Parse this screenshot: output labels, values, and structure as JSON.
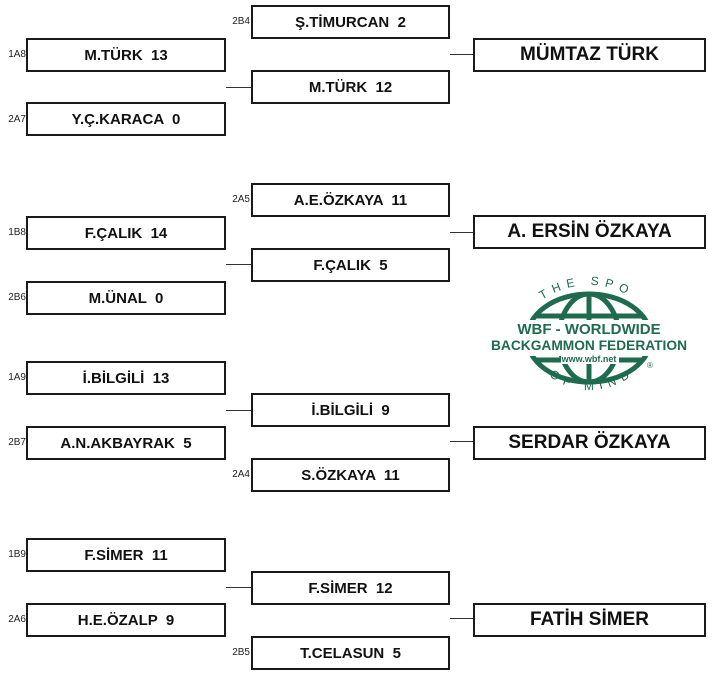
{
  "groups": [
    {
      "r1": [
        {
          "seed": "1A8",
          "label": "M.TÜRK  13"
        },
        {
          "seed": "2A7",
          "label": "Y.Ç.KARACA  0"
        }
      ],
      "r2": [
        {
          "seed": "2B4",
          "label": "Ş.TİMURCAN  2"
        },
        {
          "seed": "",
          "label": "M.TÜRK  12"
        }
      ],
      "winner": "MÜMTAZ TÜRK"
    },
    {
      "r1": [
        {
          "seed": "1B8",
          "label": "F.ÇALIK  14"
        },
        {
          "seed": "2B6",
          "label": "M.ÜNAL  0"
        }
      ],
      "r2": [
        {
          "seed": "2A5",
          "label": "A.E.ÖZKAYA  11"
        },
        {
          "seed": "",
          "label": "F.ÇALIK  5"
        }
      ],
      "winner": "A. ERSİN ÖZKAYA"
    },
    {
      "r1": [
        {
          "seed": "1A9",
          "label": "İ.BİLGİLİ  13"
        },
        {
          "seed": "2B7",
          "label": "A.N.AKBAYRAK  5"
        }
      ],
      "r2": [
        {
          "seed": "",
          "label": "İ.BİLGİLİ  9"
        },
        {
          "seed": "2A4",
          "label": "S.ÖZKAYA  11"
        }
      ],
      "winner": "SERDAR ÖZKAYA"
    },
    {
      "r1": [
        {
          "seed": "1B9",
          "label": "F.SİMER  11"
        },
        {
          "seed": "2A6",
          "label": "H.E.ÖZALP  9"
        }
      ],
      "r2": [
        {
          "seed": "",
          "label": "F.SİMER  12"
        },
        {
          "seed": "2B5",
          "label": "T.CELASUN  5"
        }
      ],
      "winner": "FATİH SİMER"
    }
  ],
  "logo": {
    "top_arc": "THE SPORT",
    "line1": "WBF - WORLDWIDE",
    "line2": "BACKGAMMON FEDERATION",
    "url": "www.wbf.net",
    "bottom_arc": "OF MIND",
    "registered": "®",
    "color": "#1f6b4f"
  }
}
